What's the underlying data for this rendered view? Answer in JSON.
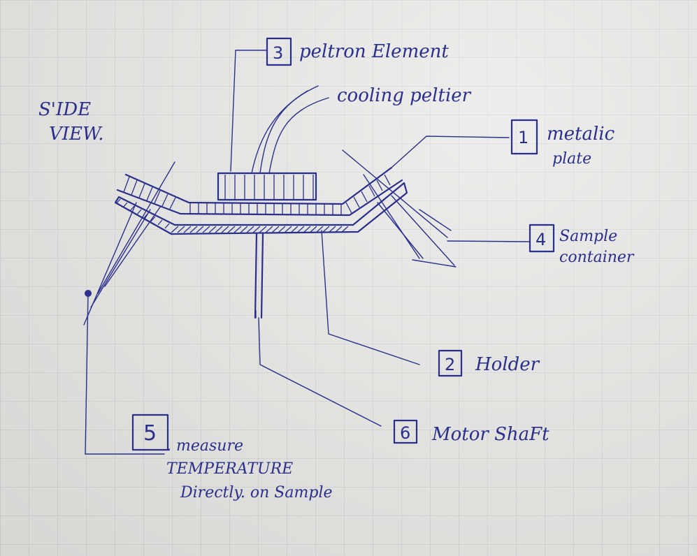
{
  "view_label": [
    "S'IDE",
    "VIEW."
  ],
  "parts": [
    {
      "number": "1",
      "label_lines": [
        "metalic",
        "plate"
      ]
    },
    {
      "number": "2",
      "label_lines": [
        "Holder"
      ]
    },
    {
      "number": "3",
      "label_lines": [
        "peltron Element"
      ]
    },
    {
      "number": "4",
      "label_lines": [
        "Sample",
        "container"
      ]
    },
    {
      "number": "5",
      "label_lines": [
        ". measure",
        "TEMPERATURE",
        "Directly. on Sample"
      ]
    },
    {
      "number": "6",
      "label_lines": [
        "Motor ShaFt"
      ]
    }
  ],
  "cooling_label": "cooling peltier",
  "colors": {
    "ink": "#2b2f8c",
    "paper": "#e4e4e1",
    "grid": "#a0aab4"
  }
}
